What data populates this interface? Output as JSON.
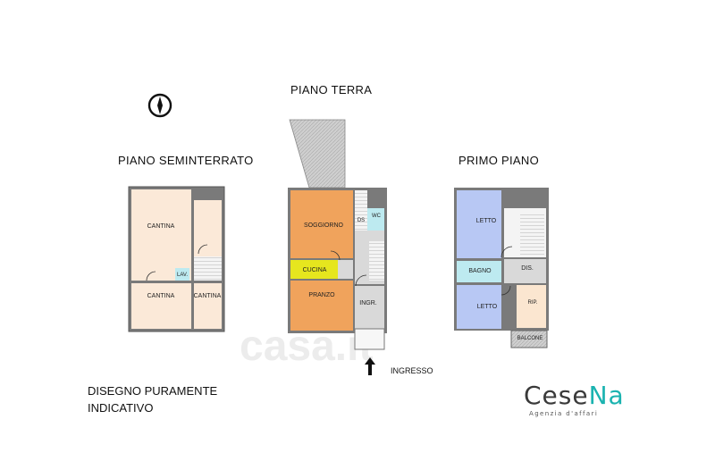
{
  "titles": {
    "ground": "PIANO TERRA",
    "basement": "PIANO SEMINTERRATO",
    "first": "PRIMO PIANO"
  },
  "note": {
    "line1": "DISEGNO PURAMENTE",
    "line2": "INDICATIVO"
  },
  "entrance_label": "INGRESSO",
  "rooms": {
    "basement": {
      "cantina_main": "CANTINA",
      "cantina_bottom_left": "CANTINA",
      "cantina_bottom_right": "CANTINA",
      "lav": "LAV."
    },
    "ground": {
      "soggiorno": "SOGGIORNO",
      "cucina": "CUCINA",
      "pranzo": "PRANZO",
      "ingr": "INGR.",
      "ds": "DS",
      "wc": "WC"
    },
    "first": {
      "letto_top": "LETTO",
      "bagno": "BAGNO",
      "dis": "DIS.",
      "letto_bottom": "LETTO",
      "rip": "RIP.",
      "balcone": "BALCONE"
    }
  },
  "logo": {
    "main": "Cese",
    "main_accent": "Na",
    "sub": "Agenzia d'affari"
  },
  "watermark": "casa.it",
  "icons": [
    "compass-icon",
    "entrance-arrow-icon"
  ],
  "colors": {
    "cantina": "#fbe9d8",
    "soggiorno": "#f0a35c",
    "cucina": "#e6e61e",
    "letto": "#b8c8f4",
    "bagno": "#bdeaf0",
    "hallway": "#d9d9d9",
    "rip": "#fbe6d0",
    "logo_accent": "#1ab3b0"
  }
}
